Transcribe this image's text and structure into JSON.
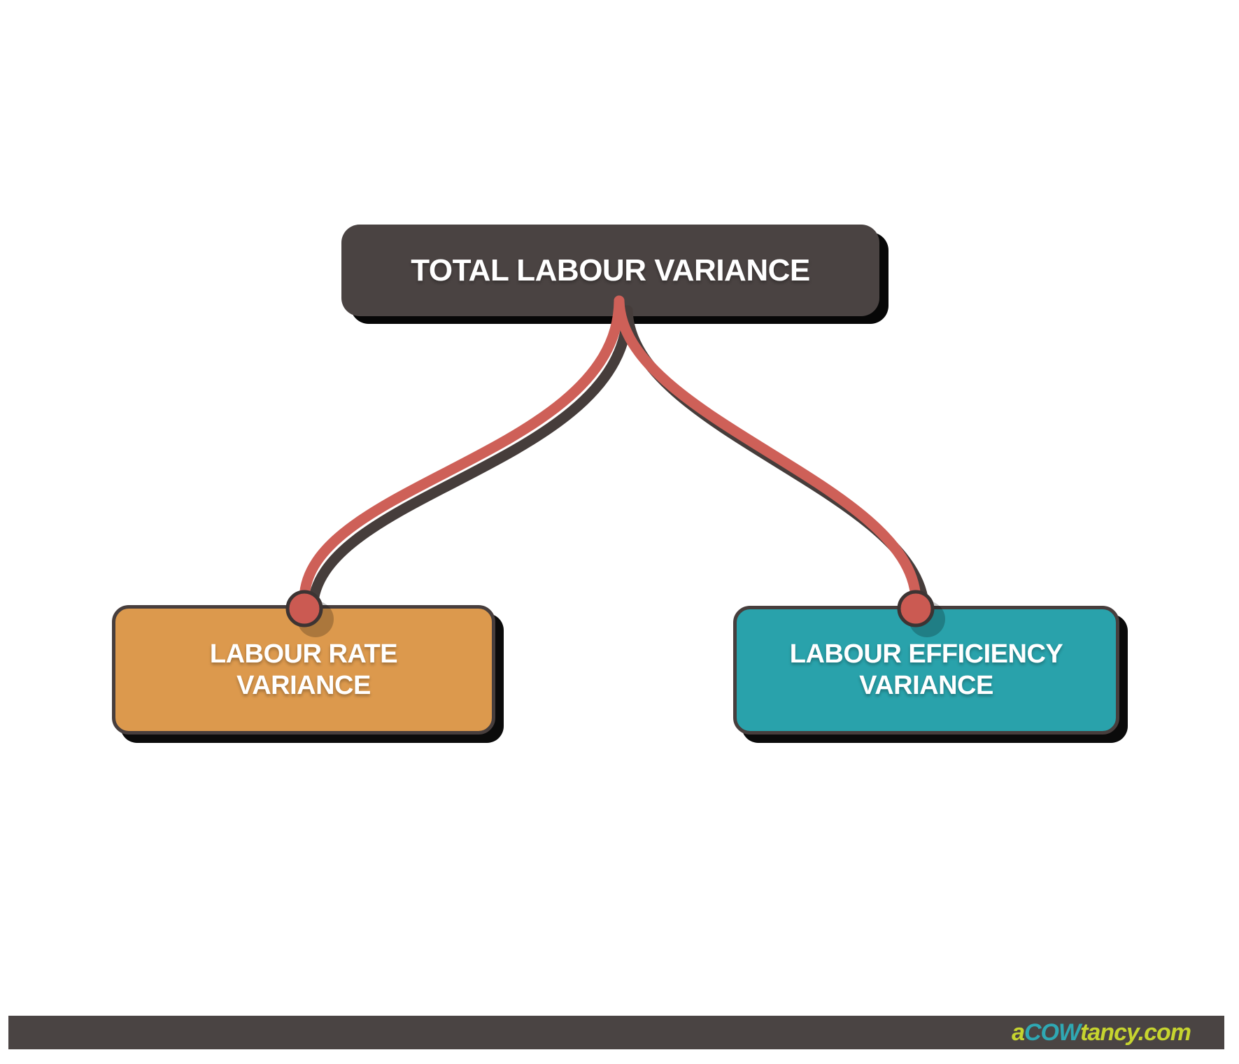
{
  "diagram": {
    "root": {
      "label": "TOTAL LABOUR VARIANCE",
      "fill": "#4a4342",
      "text_color": "#ffffff"
    },
    "children": [
      {
        "line1": "LABOUR RATE",
        "line2": "VARIANCE",
        "fill": "#dc994d",
        "text_color": "#ffffff"
      },
      {
        "line1": "LABOUR EFFICIENCY",
        "line2": "VARIANCE",
        "fill": "#29a2ab",
        "text_color": "#ffffff"
      }
    ],
    "connector": {
      "line_color": "#ce6058",
      "shadow_color": "#463d3b",
      "node_dot_color": "#cb5a52",
      "node_dot_border": "#3c3433"
    }
  },
  "footer": {
    "bar_color": "#4a4443",
    "brand": {
      "prefix": "a",
      "highlight": "COW",
      "suffix": "tancy.com",
      "prefix_color": "#c6d42f",
      "highlight_color": "#2fa8b3"
    }
  }
}
